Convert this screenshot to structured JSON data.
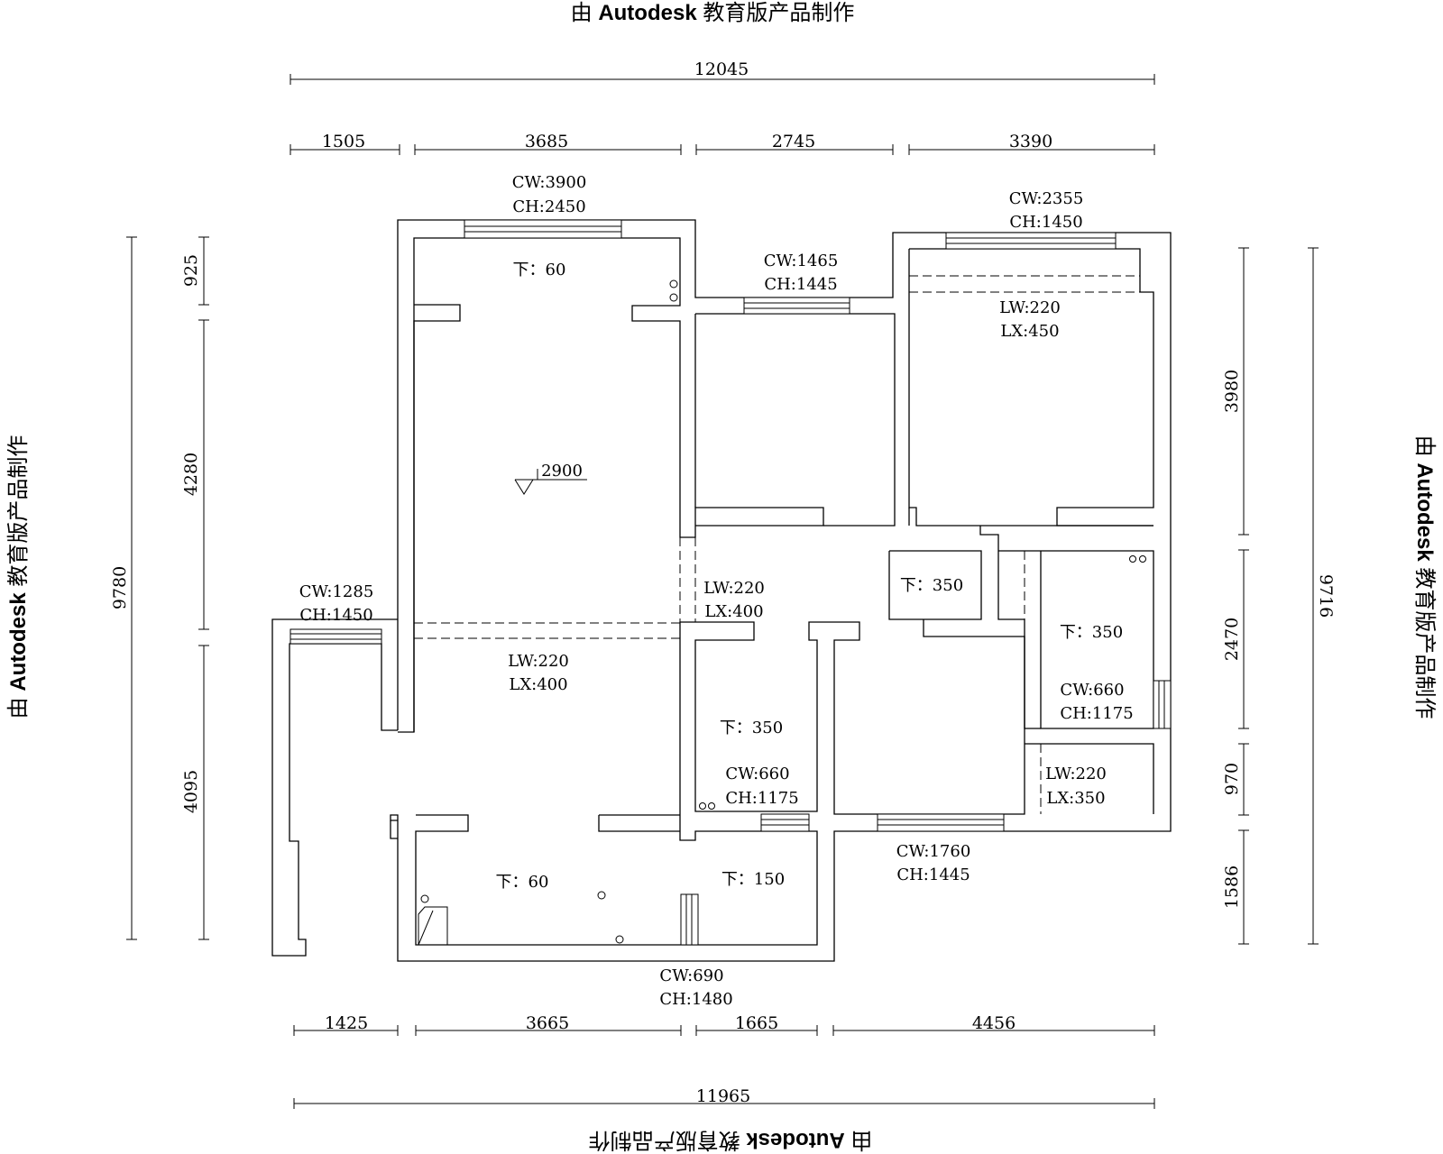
{
  "watermark": {
    "prefix": "由",
    "brand": "Autodesk",
    "suffix": "教育版产品制作"
  },
  "dimensions": {
    "top_total": "12045",
    "top_segments": [
      "1505",
      "3685",
      "2745",
      "3390"
    ],
    "bottom_total": "11965",
    "bottom_segments": [
      "1425",
      "3665",
      "1665",
      "4456"
    ],
    "left_total": "9780",
    "left_segments": [
      "925",
      "4280",
      "4095"
    ],
    "right_total": "9716",
    "right_segments": [
      "3980",
      "2470",
      "970",
      "1586"
    ]
  },
  "windows": [
    {
      "cw": "CW:3900",
      "ch": "CH:2450"
    },
    {
      "cw": "CW:1465",
      "ch": "CH:1445"
    },
    {
      "cw": "CW:2355",
      "ch": "CH:1450"
    },
    {
      "cw": "CW:1285",
      "ch": "CH:1450"
    },
    {
      "cw": "CW:660",
      "ch": "CH:1175"
    },
    {
      "cw": "CW:660",
      "ch": "CH:1175"
    },
    {
      "cw": "CW:1760",
      "ch": "CH:1445"
    },
    {
      "cw": "CW:690",
      "ch": "CH:1480"
    }
  ],
  "beams": [
    {
      "lw": "LW:220",
      "lx": "LX:450"
    },
    {
      "lw": "LW:220",
      "lx": "LX:400"
    },
    {
      "lw": "LW:220",
      "lx": "LX:400"
    },
    {
      "lw": "LW:220",
      "lx": "LX:350"
    }
  ],
  "floor_drops": [
    "下：60",
    "下：350",
    "下：350",
    "下：350",
    "下：60",
    "下：150"
  ],
  "ceiling_height": "2900"
}
